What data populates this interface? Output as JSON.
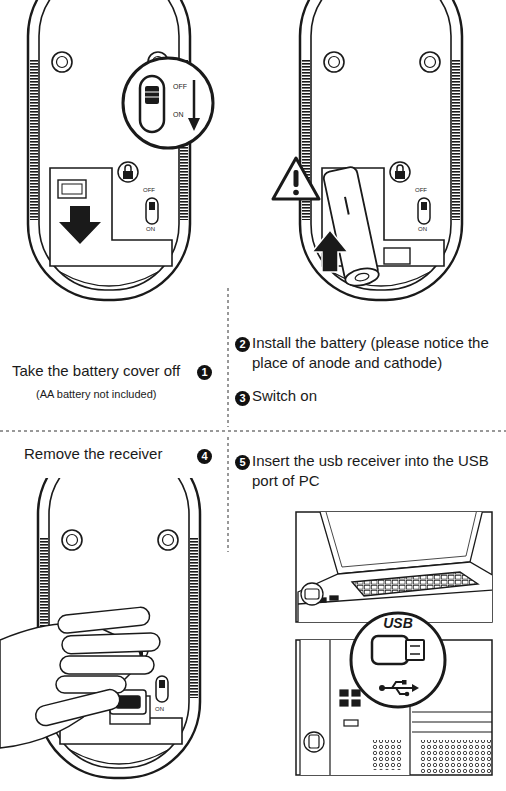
{
  "diagram": {
    "nodes": [
      {
        "text": [
          "OFF",
          "ON"
        ]
      },
      {
        "text": [
          "USB"
        ]
      }
    ],
    "labels": [
      "OFF",
      "ON",
      "OFF",
      "ON",
      "Take the battery cover off",
      "1",
      "(AA battery not included)",
      "2",
      "Install the battery (please notice the place of anode and cathode)",
      "3",
      "Switch on",
      "Remove the receiver",
      "4",
      "5",
      "Insert the usb receiver into the USB port of PC",
      "ON"
    ]
  }
}
